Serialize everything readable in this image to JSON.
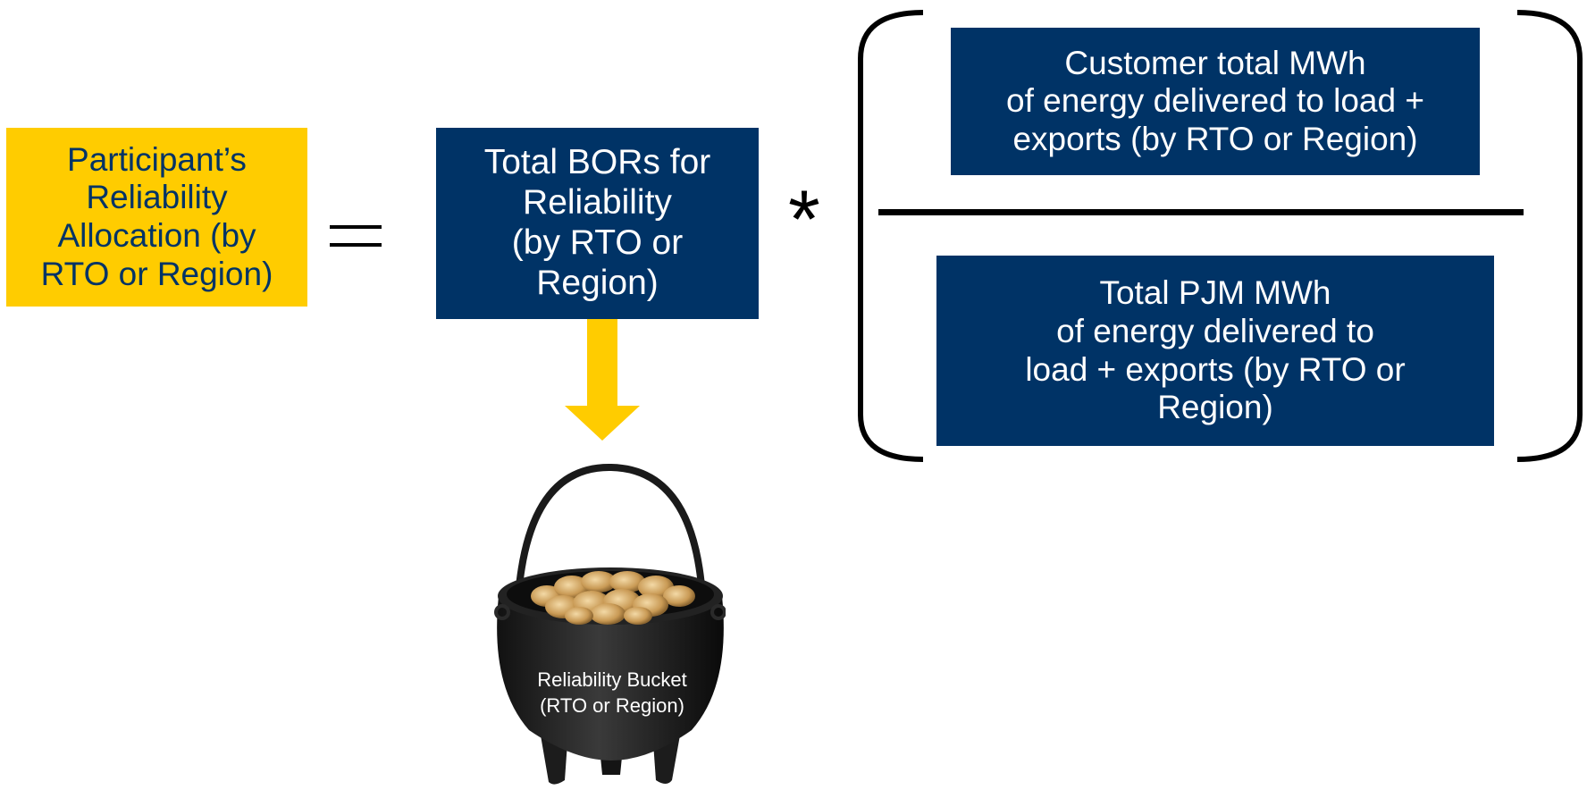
{
  "formula": {
    "participant_allocation": "Participant’s\nReliability\nAllocation (by\nRTO or Region)",
    "total_bors": "Total BORs for\nReliability\n(by RTO or\nRegion)",
    "numerator": "Customer total MWh\nof energy delivered to load +\nexports (by RTO or Region)",
    "denominator": "Total PJM MWh\nof energy delivered to\nload + exports (by RTO or\nRegion)",
    "multiply_symbol": "*"
  },
  "bucket": {
    "label": "Reliability Bucket\n(RTO or Region)"
  },
  "colors": {
    "navy": "#003366",
    "gold": "#FFCC00"
  }
}
